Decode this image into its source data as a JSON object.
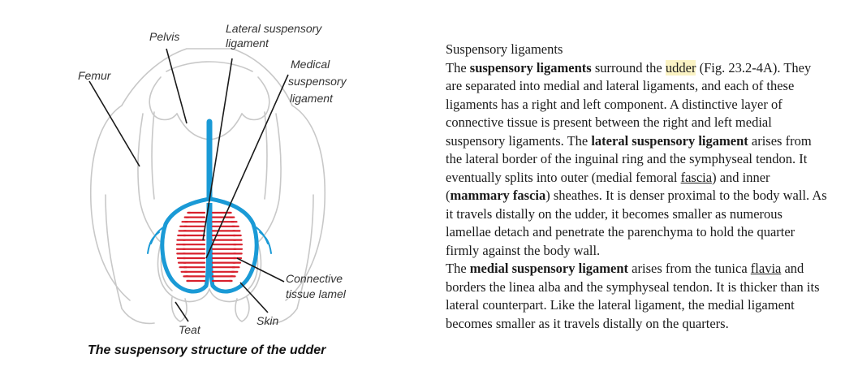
{
  "diagram": {
    "labels": {
      "pelvis": "Pelvis",
      "lateral_line1": "Lateral suspensory",
      "lateral_line2": "ligament",
      "medical_line1": "Medical",
      "medical_line2": "suspensory",
      "medical_line3": "ligament",
      "femur": "Femur",
      "connective_line1": "Connective",
      "connective_line2": "tissue lamel",
      "skin": "Skin",
      "teat": "Teat"
    },
    "caption": "The suspensory structure of  the udder",
    "colors": {
      "ligament": "#1a9ad6",
      "lamellae": "#d8202c",
      "outline": "#c8c8c8",
      "leader": "#1a1a1a"
    }
  },
  "text": {
    "heading": "Suspensory ligaments",
    "p1": {
      "s1": "The ",
      "b1": "suspensory ligaments",
      "s2": " surround the ",
      "hl1": "udder",
      "s3": " (Fig. 23.2-4A). They are separated into medial and lateral ligaments, and each of these ligaments has a right and left component. A distinctive layer of connective tissue is present between the right and left medial suspensory ligaments. The ",
      "b2": "lateral suspensory ligament",
      "s4": " arises from the lateral border of the inguinal ring and the symphyseal tendon. It eventually splits into outer (medial femoral ",
      "u1": "fascia",
      "s5": ") and inner (",
      "b3": "mammary fascia",
      "s6": ") sheathes. It is denser proximal to the body wall. As it travels distally on the udder, it becomes smaller as numerous lamellae detach and penetrate the parenchyma to hold the quarter firmly against the body wall."
    },
    "p2": {
      "s1": "The ",
      "b1": "medial suspensory ligament",
      "s2": " arises from the tunica ",
      "u1": "flavia",
      "s3": " and borders the linea alba and the symphyseal tendon. It is thicker than its lateral counterpart. Like the lateral ligament, the medial ligament becomes smaller as it travels distally on the quarters."
    }
  }
}
